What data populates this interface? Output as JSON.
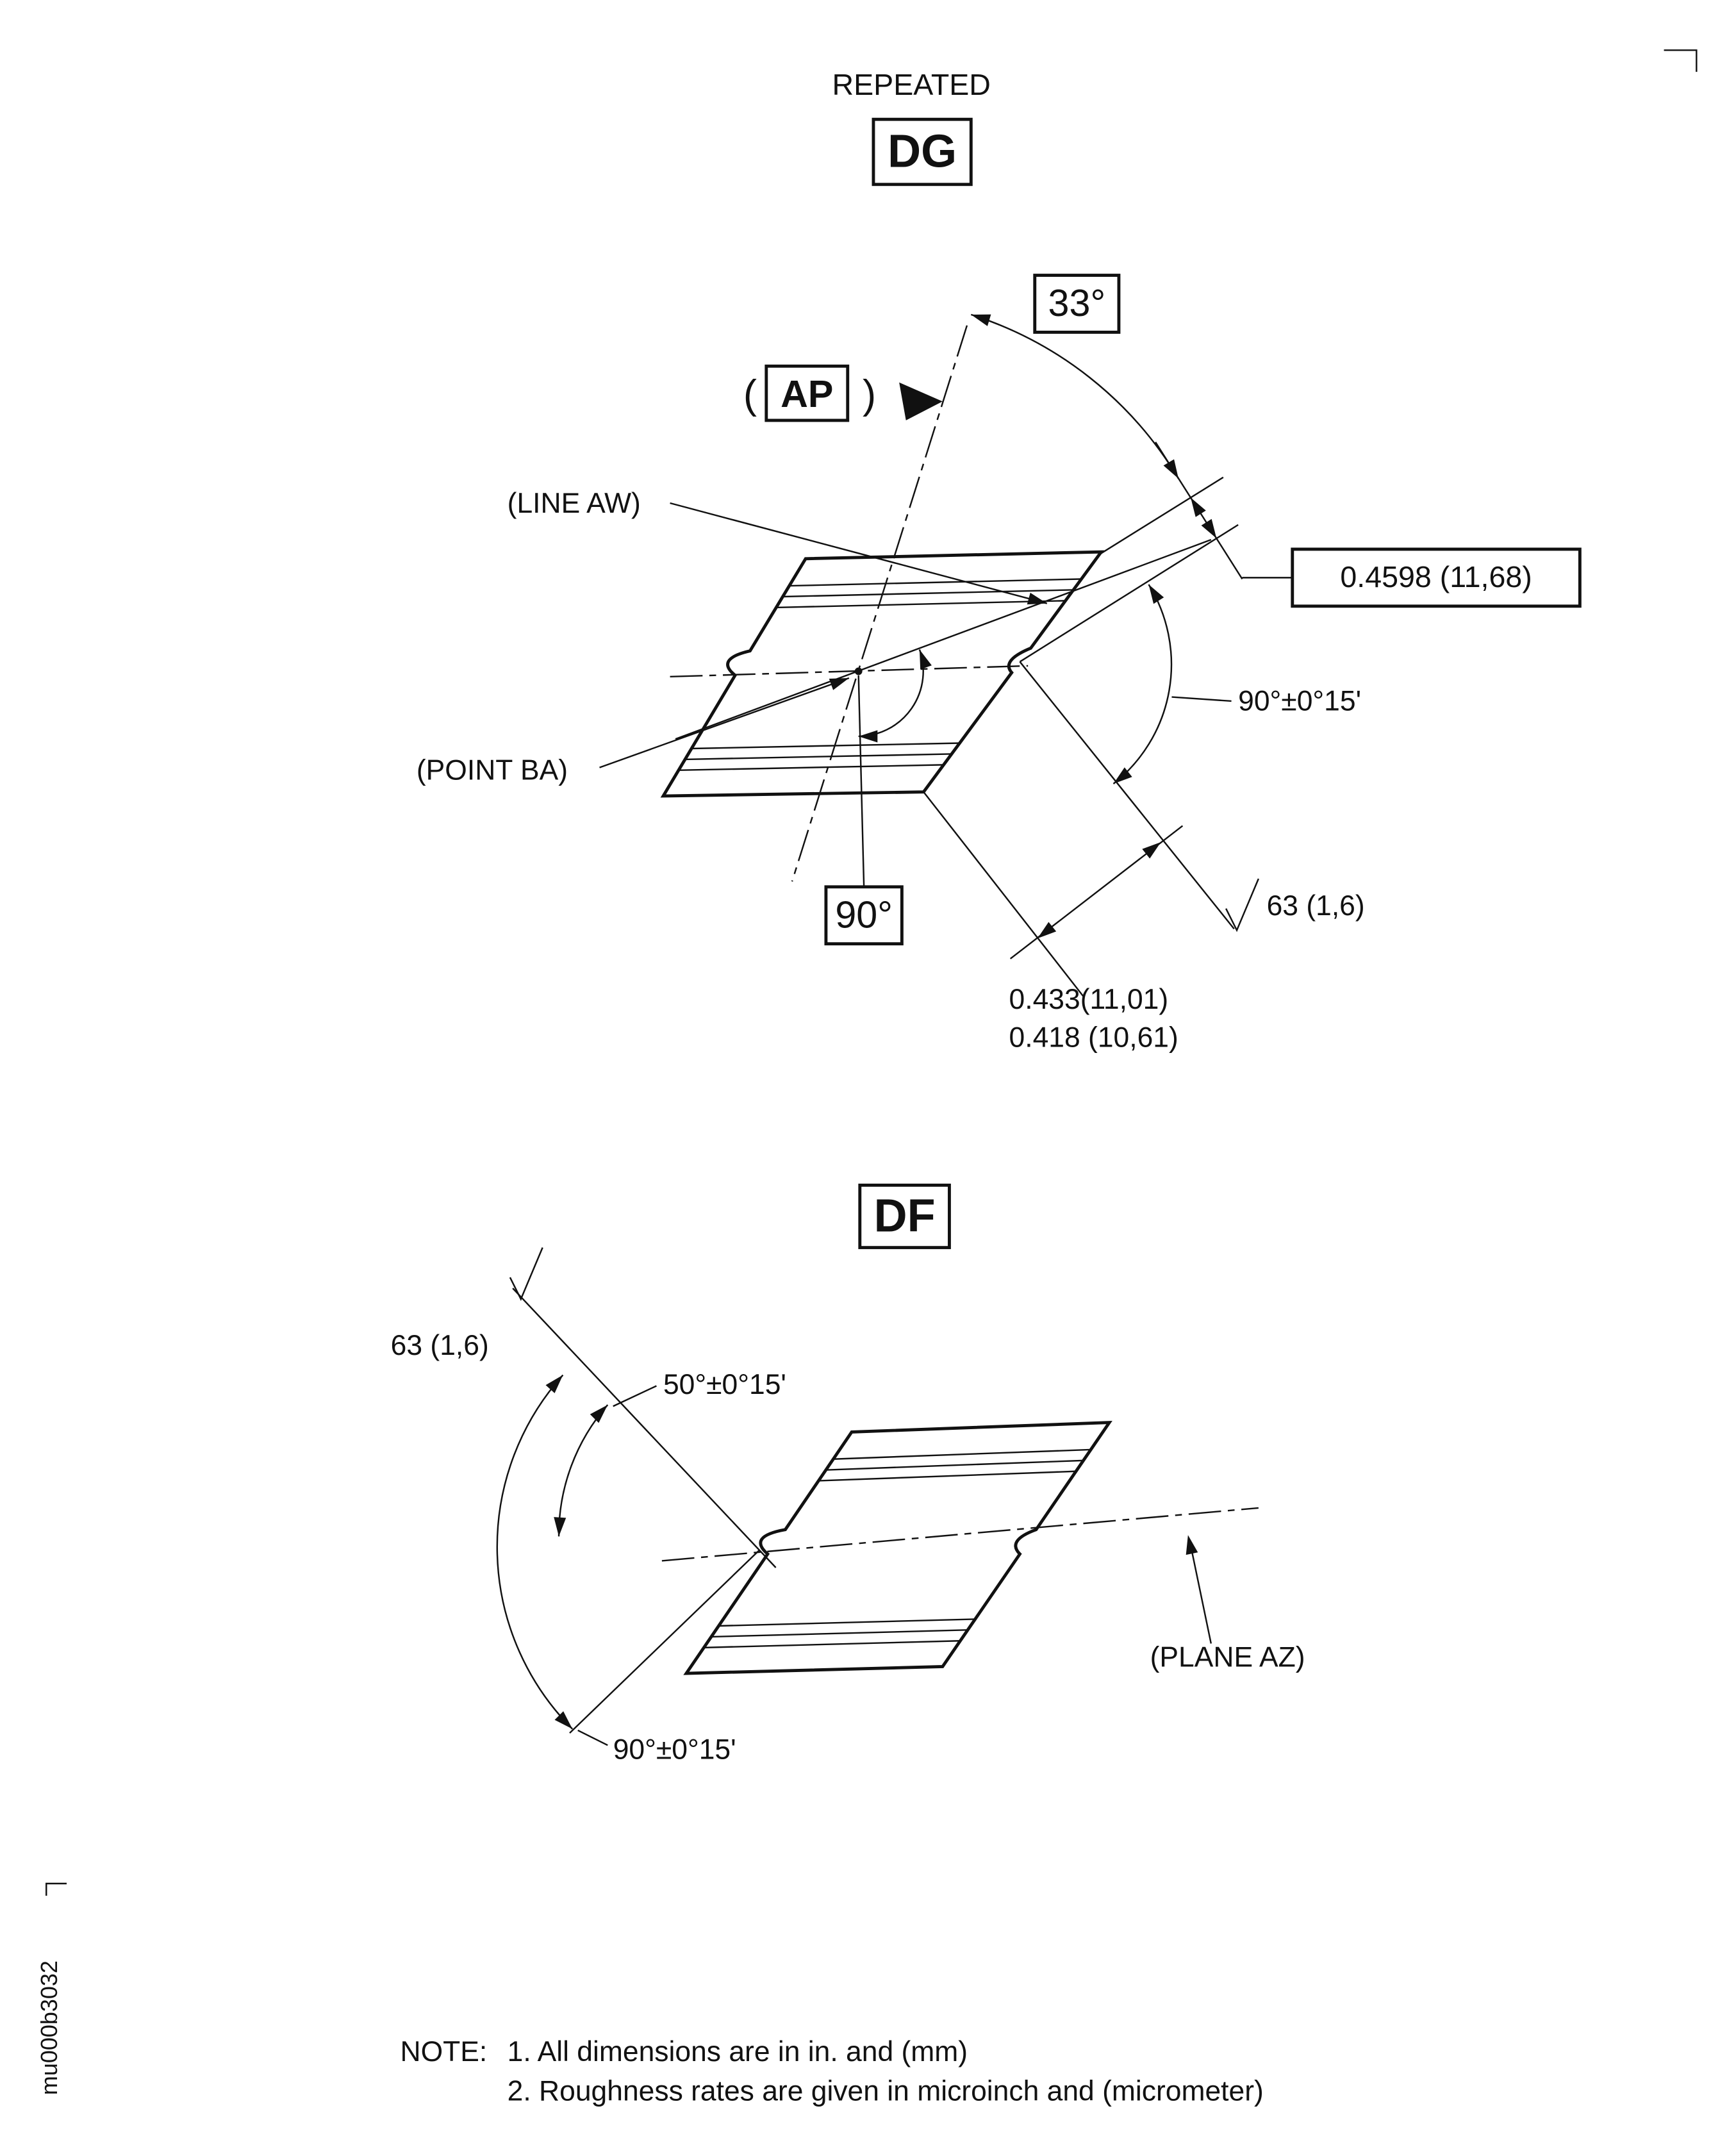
{
  "doc": {
    "number": "mu000b3032"
  },
  "dg_view": {
    "repeated": "REPEATED",
    "label": "DG",
    "angle_33": "33°",
    "ap_open": "(",
    "ap": "AP",
    "ap_close": ")",
    "line_aw": "(LINE AW)",
    "dim_width": "0.4598 (11,68)",
    "angle_90_tol": "90°±0°15'",
    "point_ba": "(POINT BA)",
    "angle_90": "90°",
    "roughness": "63 (1,6)",
    "dim_upper": "0.433(11,01)",
    "dim_lower": "0.418 (10,61)"
  },
  "df_view": {
    "label": "DF",
    "roughness": "63 (1,6)",
    "angle_50_tol": "50°±0°15'",
    "plane_az": "(PLANE AZ)",
    "angle_90_tol": "90°±0°15'"
  },
  "notes": {
    "label": "NOTE:",
    "note1": "1. All dimensions are in in. and (mm)",
    "note2": "2. Roughness rates are given in microinch and (micrometer)"
  }
}
